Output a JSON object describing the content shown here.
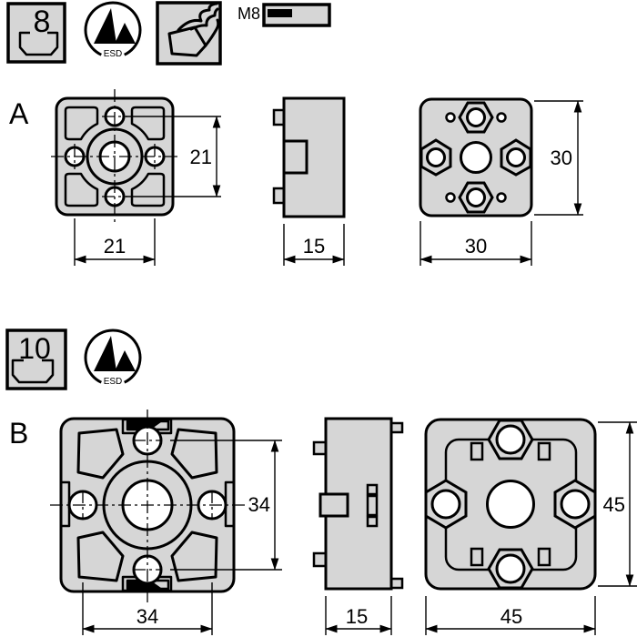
{
  "colors": {
    "part_fill": "#d6d6d6",
    "outline": "#000000",
    "background": "#ffffff"
  },
  "header_icons": {
    "profile_slot_8": {
      "label": "8"
    },
    "esd": {
      "label": "ESD"
    },
    "thread": {
      "label": "M8"
    }
  },
  "middle_icons": {
    "profile_slot_10": {
      "label": "10"
    },
    "esd": {
      "label": "ESD"
    }
  },
  "variant_a": {
    "label": "A",
    "front": {
      "hole_spacing_v": "21",
      "hole_spacing_h": "21"
    },
    "side": {
      "depth": "15"
    },
    "back": {
      "height": "30",
      "width": "30"
    }
  },
  "variant_b": {
    "label": "B",
    "front": {
      "hole_spacing_v": "34",
      "hole_spacing_h": "34"
    },
    "side": {
      "depth": "15"
    },
    "back": {
      "height": "45",
      "width": "45"
    }
  }
}
